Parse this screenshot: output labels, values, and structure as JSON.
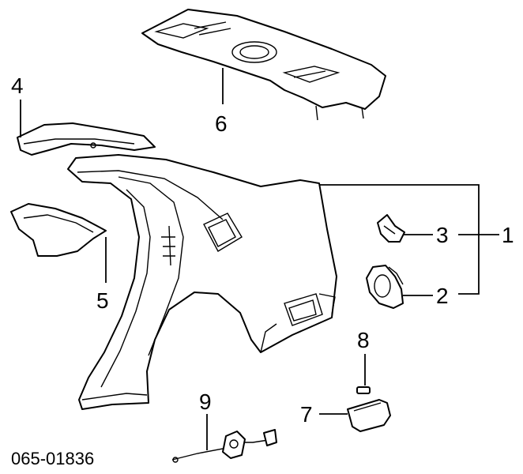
{
  "diagram": {
    "part_number": "065-01836",
    "callouts": {
      "c1": "1",
      "c2": "2",
      "c3": "3",
      "c4": "4",
      "c5": "5",
      "c6": "6",
      "c7": "7",
      "c8": "8",
      "c9": "9"
    }
  },
  "colors": {
    "line": "#000000",
    "background": "#ffffff"
  }
}
